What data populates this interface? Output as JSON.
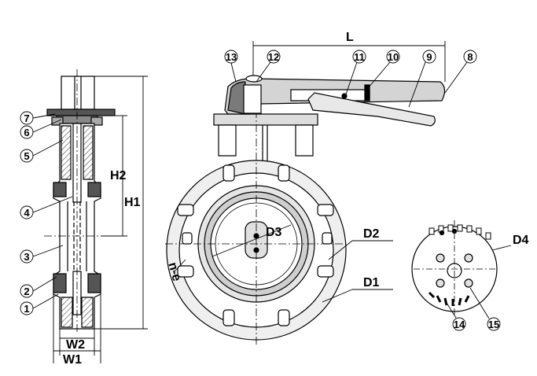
{
  "diagram": {
    "dimension_labels": {
      "L": "L",
      "H1": "H1",
      "H2": "H2",
      "W1": "W1",
      "W2": "W2",
      "D1": "D1",
      "D2": "D2",
      "D3": "D3",
      "D4": "D4",
      "n_e": "n-e"
    },
    "part_numbers": {
      "p1": "1",
      "p2": "2",
      "p3": "3",
      "p4": "4",
      "p5": "5",
      "p6": "6",
      "p7": "7",
      "p8": "8",
      "p9": "9",
      "p10": "10",
      "p11": "11",
      "p12": "12",
      "p13": "13",
      "p14": "14",
      "p15": "15"
    },
    "colors": {
      "line": "#000000",
      "fill_light": "#e8e8e8",
      "fill_mid": "#bdbdbd",
      "fill_dark": "#6e6e6e",
      "background": "#ffffff"
    }
  }
}
